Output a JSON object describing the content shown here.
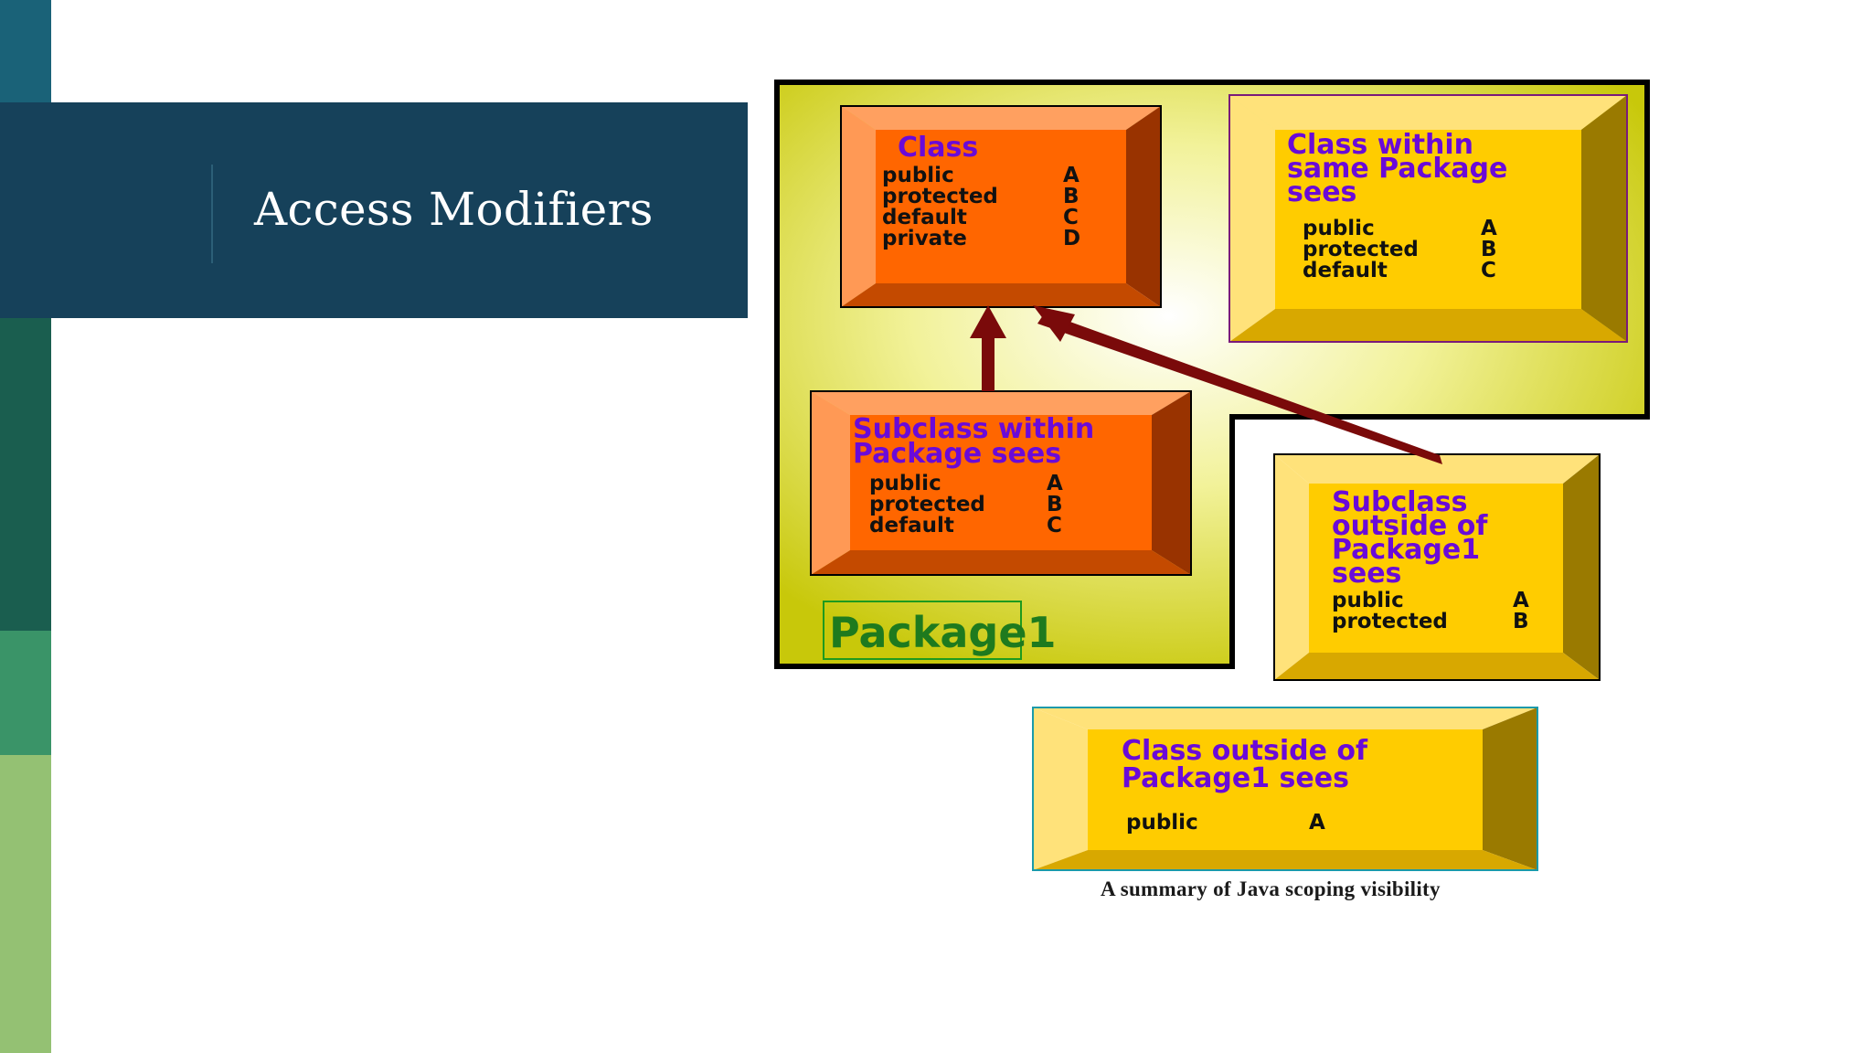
{
  "slide": {
    "title": "Access Modifiers"
  },
  "diagram": {
    "package_label": "Package1",
    "caption": "A summary of Java scoping visibility",
    "boxes": {
      "class": {
        "heading": [
          "Class"
        ],
        "rows": [
          {
            "modifier": "public",
            "letter": "A"
          },
          {
            "modifier": "protected",
            "letter": "B"
          },
          {
            "modifier": "default",
            "letter": "C"
          },
          {
            "modifier": "private",
            "letter": "D"
          }
        ]
      },
      "same_package": {
        "heading": [
          "Class within",
          "same Package",
          "sees"
        ],
        "rows": [
          {
            "modifier": "public",
            "letter": "A"
          },
          {
            "modifier": "protected",
            "letter": "B"
          },
          {
            "modifier": "default",
            "letter": "C"
          }
        ]
      },
      "subclass_within": {
        "heading": [
          "Subclass within",
          "Package sees"
        ],
        "rows": [
          {
            "modifier": "public",
            "letter": "A"
          },
          {
            "modifier": "protected",
            "letter": "B"
          },
          {
            "modifier": "default",
            "letter": "C"
          }
        ]
      },
      "subclass_outside": {
        "heading": [
          "Subclass",
          "outside of",
          "Package1",
          "sees"
        ],
        "rows": [
          {
            "modifier": "public",
            "letter": "A"
          },
          {
            "modifier": "protected",
            "letter": "B"
          }
        ]
      },
      "class_outside": {
        "heading": [
          "Class outside of",
          "Package1 sees"
        ],
        "rows": [
          {
            "modifier": "public",
            "letter": "A"
          }
        ]
      }
    },
    "colors": {
      "package_fill": "#d2d20e",
      "orange_face": "#ff6600",
      "yellow_face": "#ffcc00",
      "heading_text": "#6a0ad8",
      "arrow": "#7a0a0a",
      "package_label": "#1e7a1e"
    }
  }
}
